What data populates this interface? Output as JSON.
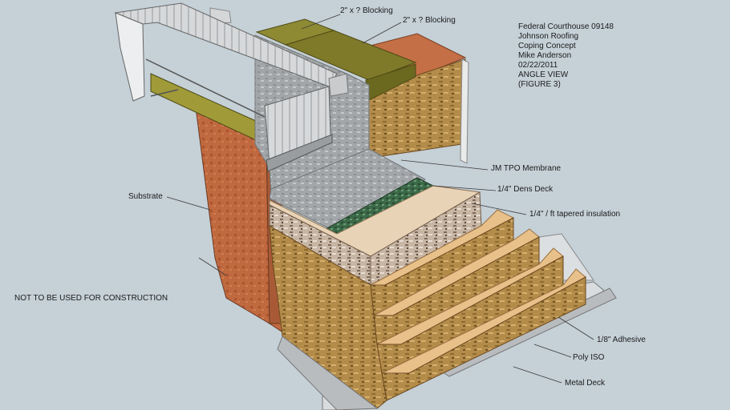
{
  "title_block": {
    "project": "Federal Courthouse 09148",
    "company": "Johnson Roofing",
    "subject": "Coping Concept",
    "author": "Mike Anderson",
    "date": "02/22/2011",
    "view": "ANGLE VIEW",
    "figure": "(FIGURE 3)"
  },
  "notice": "NOT TO BE USED FOR CONSTRUCTION",
  "callouts": {
    "blocking_1": "2\" x ? Blocking",
    "blocking_2": "2\" x ? Blocking",
    "membrane": "JM TPO Membrane",
    "dens_deck": "1/4\" Dens Deck",
    "tapered": "1/4\" / ft tapered insulation",
    "substrate": "Substrate",
    "adhesive": "1/8\" Adhesive",
    "poly_iso": "Poly ISO",
    "metal_deck": "Metal Deck"
  },
  "colors": {
    "background": "#c5d0d7",
    "brick": "#c0693f",
    "osb": "#b08a48",
    "blocking": "#7e7a2a",
    "membrane": "#a4a8aa",
    "coping": "#d8dadc",
    "dens_deck": "#3c6a48",
    "adhesive": "#e8c08a"
  }
}
